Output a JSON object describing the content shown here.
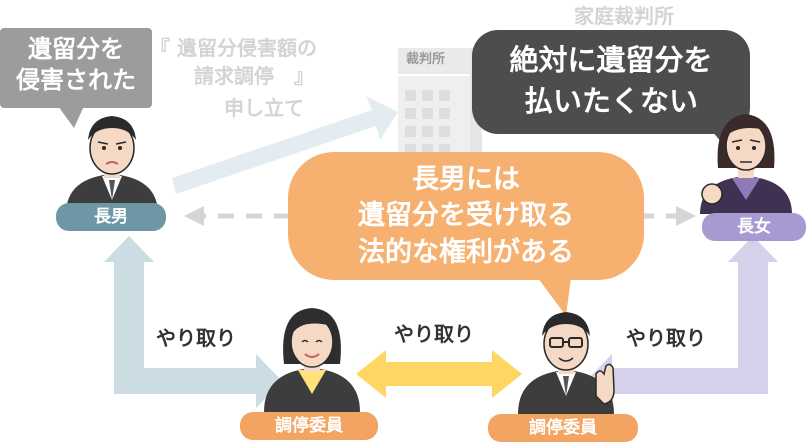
{
  "court": {
    "name": "家庭裁判所",
    "sign": "裁判所"
  },
  "request": {
    "line1": "『 遺留分侵害額の",
    "line2": "請求調停　』",
    "line3": "申し立て"
  },
  "son": {
    "speech_line1": "遺留分を",
    "speech_line2": "侵害された",
    "label": "長男"
  },
  "daughter": {
    "speech_line1": "絶対に遺留分を",
    "speech_line2": "払いたくない",
    "label": "長女"
  },
  "mediator_statement": {
    "line1": "長男には",
    "line2": "遺留分を受け取る",
    "line3": "法的な権利がある"
  },
  "mediator_left": {
    "label": "調停委員"
  },
  "mediator_right": {
    "label": "調停委員"
  },
  "exchange": {
    "left": "やり取り",
    "center": "やり取り",
    "right": "やり取り"
  },
  "colors": {
    "son_label": "#6e97a6",
    "daughter_label": "#a79ad1",
    "mediator_label": "#f3a463",
    "orange_bubble": "#f6b070",
    "dark_bubble": "#4d4d4d",
    "grey_bubble": "#9c9c9c",
    "yellow_arrow": "#ffd564",
    "teal_arrow": "#cbdde3",
    "purple_arrow": "#d6d0eb"
  }
}
